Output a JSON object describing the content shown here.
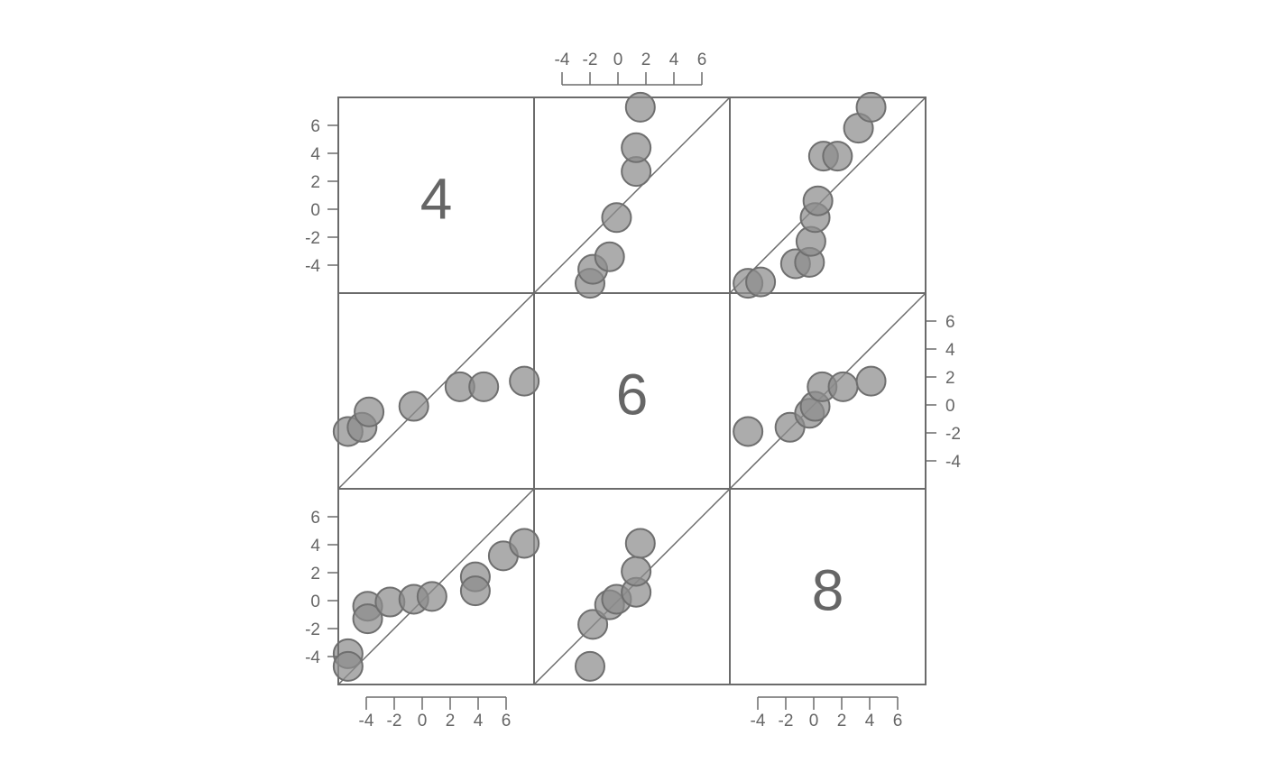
{
  "chart_data": {
    "type": "scatter",
    "layout": "scatterplot-matrix",
    "variables": [
      "4",
      "6",
      "8"
    ],
    "axis_range": [
      -6,
      8
    ],
    "ticks": [
      -4,
      -2,
      0,
      2,
      4,
      6
    ],
    "tick_labels": [
      "-4",
      "-2",
      "0",
      "2",
      "4",
      "6"
    ],
    "reference_line": "y = x",
    "colors": {
      "point_fill": "#8c8c8c",
      "point_stroke": "#6f6f6f",
      "frame": "#6b6b6b",
      "text": "#666666"
    },
    "panels": [
      {
        "row": 0,
        "col": 1,
        "x_var": "6",
        "y_var": "4",
        "points": [
          [
            -2.0,
            -5.3
          ],
          [
            -1.8,
            -4.3
          ],
          [
            -0.6,
            -3.4
          ],
          [
            -0.1,
            -0.6
          ],
          [
            1.3,
            2.7
          ],
          [
            1.3,
            4.4
          ],
          [
            1.6,
            7.3
          ]
        ]
      },
      {
        "row": 0,
        "col": 2,
        "x_var": "8",
        "y_var": "4",
        "points": [
          [
            -4.7,
            -5.3
          ],
          [
            -3.8,
            -5.2
          ],
          [
            -1.3,
            -3.9
          ],
          [
            -0.3,
            -3.8
          ],
          [
            -0.2,
            -2.3
          ],
          [
            0.1,
            -0.6
          ],
          [
            0.3,
            0.6
          ],
          [
            0.7,
            3.8
          ],
          [
            1.7,
            3.8
          ],
          [
            3.2,
            5.8
          ],
          [
            4.1,
            7.3
          ]
        ]
      },
      {
        "row": 1,
        "col": 0,
        "x_var": "4",
        "y_var": "6",
        "points": [
          [
            -5.3,
            -1.9
          ],
          [
            -4.3,
            -1.6
          ],
          [
            -3.8,
            -0.5
          ],
          [
            -0.6,
            -0.1
          ],
          [
            2.7,
            1.3
          ],
          [
            4.4,
            1.3
          ],
          [
            7.3,
            1.7
          ]
        ]
      },
      {
        "row": 1,
        "col": 2,
        "x_var": "8",
        "y_var": "6",
        "points": [
          [
            -4.7,
            -1.9
          ],
          [
            -1.7,
            -1.6
          ],
          [
            -0.3,
            -0.6
          ],
          [
            0.1,
            -0.1
          ],
          [
            0.6,
            1.3
          ],
          [
            2.1,
            1.3
          ],
          [
            4.1,
            1.7
          ]
        ]
      },
      {
        "row": 2,
        "col": 0,
        "x_var": "4",
        "y_var": "8",
        "points": [
          [
            -5.3,
            -3.8
          ],
          [
            -5.3,
            -4.7
          ],
          [
            -3.9,
            -0.4
          ],
          [
            -3.9,
            -1.3
          ],
          [
            -2.3,
            -0.1
          ],
          [
            -0.6,
            0.1
          ],
          [
            0.7,
            0.3
          ],
          [
            3.8,
            1.7
          ],
          [
            3.8,
            0.7
          ],
          [
            5.8,
            3.2
          ],
          [
            7.3,
            4.1
          ]
        ]
      },
      {
        "row": 2,
        "col": 1,
        "x_var": "6",
        "y_var": "8",
        "points": [
          [
            -2.0,
            -4.7
          ],
          [
            -1.8,
            -1.7
          ],
          [
            -0.6,
            -0.3
          ],
          [
            -0.1,
            0.1
          ],
          [
            1.3,
            0.6
          ],
          [
            1.3,
            2.1
          ],
          [
            1.6,
            4.1
          ]
        ]
      }
    ]
  }
}
